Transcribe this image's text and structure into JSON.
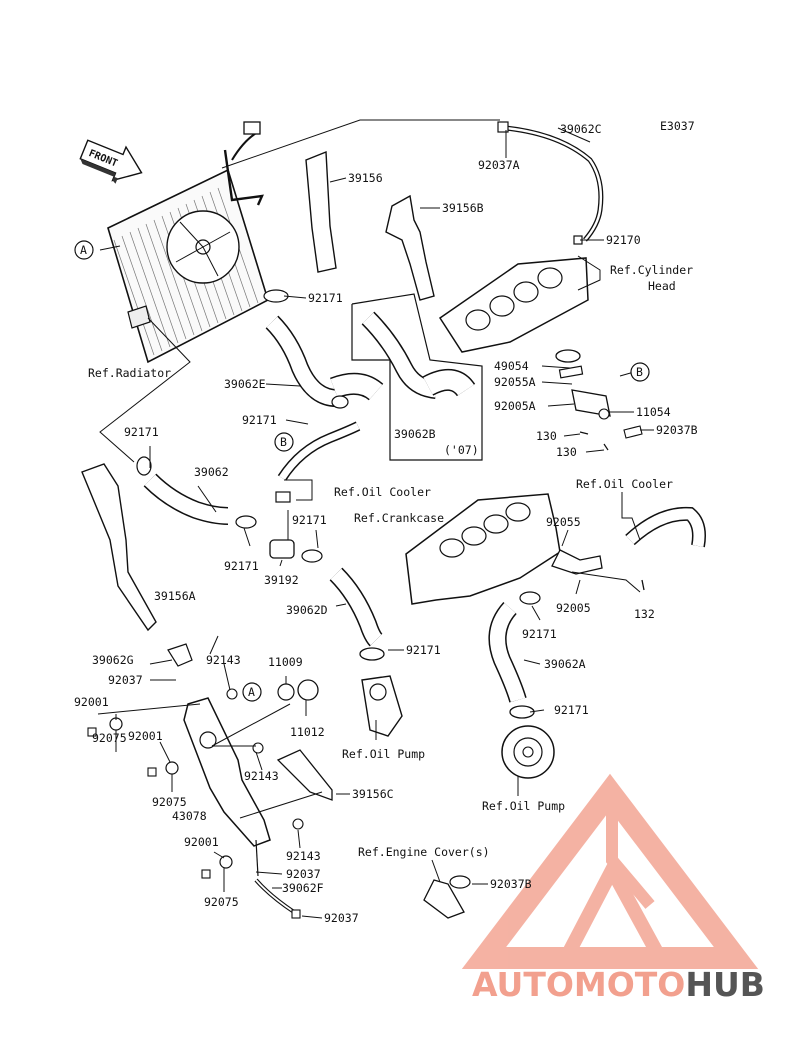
{
  "diagram_code": "E3037",
  "front_label": "FRONT",
  "callouts": {
    "A": "A",
    "B": "B"
  },
  "parts": {
    "p39062C": "39062C",
    "p92037A": "92037A",
    "p39156": "39156",
    "p39156B": "39156B",
    "p92170": "92170",
    "ref_cyl_head_line1": "Ref.Cylinder",
    "ref_cyl_head_line2": "Head",
    "p92171_top": "92171",
    "ref_radiator": "Ref.Radiator",
    "p39062E": "39062E",
    "p49054": "49054",
    "p92055A": "92055A",
    "p92005A": "92005A",
    "p11054": "11054",
    "p92171_mid": "92171",
    "p39062B": "39062B",
    "p07": "('07)",
    "p130a": "130",
    "p130b": "130",
    "p92037B_upper": "92037B",
    "p92171_left": "92171",
    "ref_oil_cooler_1": "Ref.Oil Cooler",
    "ref_oil_cooler_2": "Ref.Oil Cooler",
    "p39062": "39062",
    "ref_crankcase": "Ref.Crankcase",
    "p92171_c": "92171",
    "p92055": "92055",
    "p92171_d": "92171",
    "p39192": "39192",
    "p92005": "92005",
    "p132": "132",
    "p39156A": "39156A",
    "p39062D": "39062D",
    "p92171_e": "92171",
    "p92171_f": "92171",
    "p39062G": "39062G",
    "p92143_a": "92143",
    "p11009": "11009",
    "p92037_a": "92037",
    "p39062A": "39062A",
    "p92001_a": "92001",
    "p11012": "11012",
    "ref_oil_pump_1": "Ref.Oil Pump",
    "p92171_g": "92171",
    "p92075_a": "92075",
    "p92001_b": "92001",
    "p92143_b": "92143",
    "p92075_b": "92075",
    "p39156C": "39156C",
    "p43078": "43078",
    "ref_oil_pump_2": "Ref.Oil Pump",
    "p92001_c": "92001",
    "p92143_c": "92143",
    "ref_engine_cover": "Ref.Engine Cover(s)",
    "p92037_b": "92037",
    "p39062F": "39062F",
    "p92075_c": "92075",
    "p92037B_lower": "92037B",
    "p92037_c": "92037"
  },
  "watermark": {
    "part1": "AUTOMOTO",
    "part2": "HUB",
    "color_main": "#f2a08e",
    "color_dark": "#555555"
  }
}
